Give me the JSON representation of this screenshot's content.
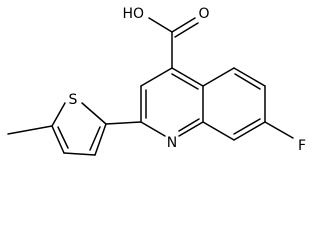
{
  "atoms": {
    "hydroxyl": "HO",
    "carbonyl_oxygen": "O",
    "sulfur": "S",
    "nitrogen": "N",
    "fluorine": "F"
  }
}
